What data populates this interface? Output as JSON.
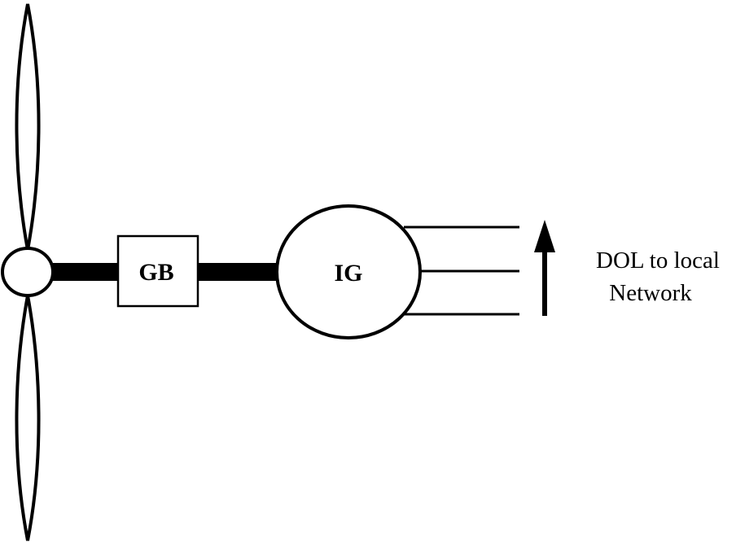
{
  "diagram": {
    "gearbox_label": "GB",
    "generator_label": "IG",
    "network_label_line1": "DOL to local",
    "network_label_line2": "Network"
  },
  "colors": {
    "stroke": "#000000",
    "background": "#ffffff"
  }
}
